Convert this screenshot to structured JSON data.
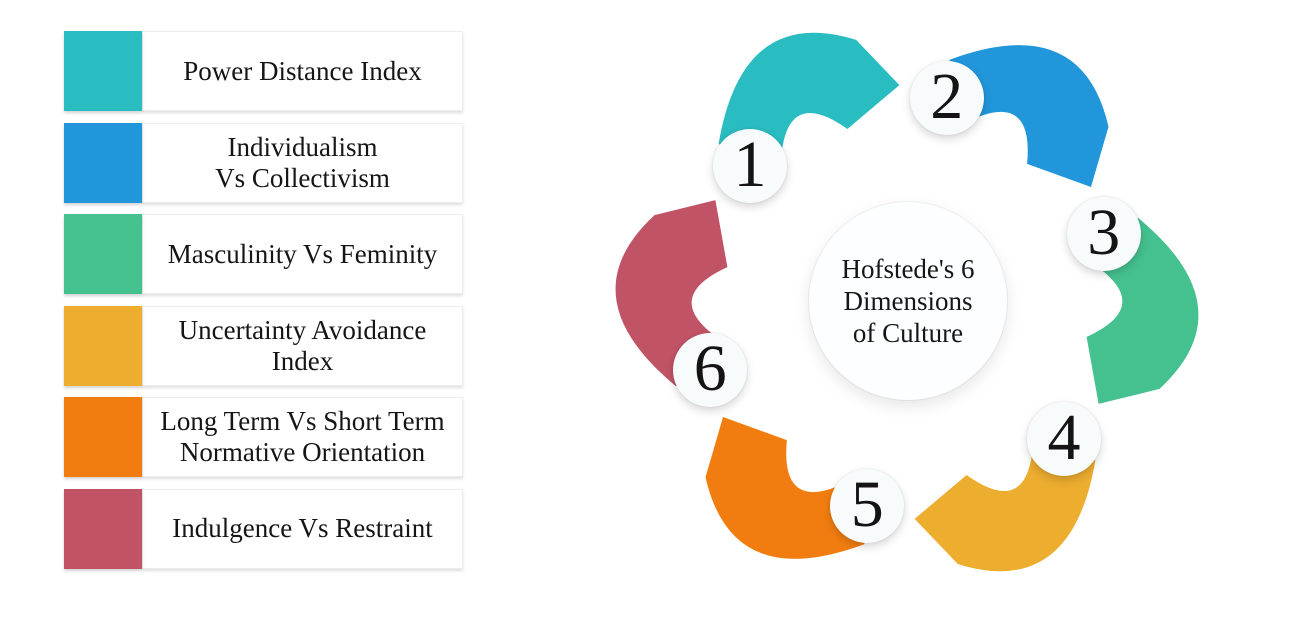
{
  "center": {
    "lines": [
      "Hofstede's 6",
      "Dimensions",
      "of Culture"
    ]
  },
  "steps": [
    {
      "number": "1",
      "color": "#29BCC1",
      "label_lines": [
        "Power Distance Index"
      ]
    },
    {
      "number": "2",
      "color": "#2196DB",
      "label_lines": [
        "Individualism",
        "Vs Collectivism"
      ]
    },
    {
      "number": "3",
      "color": "#45C08F",
      "label_lines": [
        "Masculinity Vs Feminity"
      ]
    },
    {
      "number": "4",
      "color": "#EDAD2F",
      "label_lines": [
        "Uncertainty Avoidance",
        "Index"
      ]
    },
    {
      "number": "5",
      "color": "#F17D10",
      "label_lines": [
        "Long Term Vs Short Term",
        "Normative Orientation"
      ]
    },
    {
      "number": "6",
      "color": "#C15366",
      "label_lines": [
        "Indulgence Vs Restraint"
      ]
    }
  ]
}
